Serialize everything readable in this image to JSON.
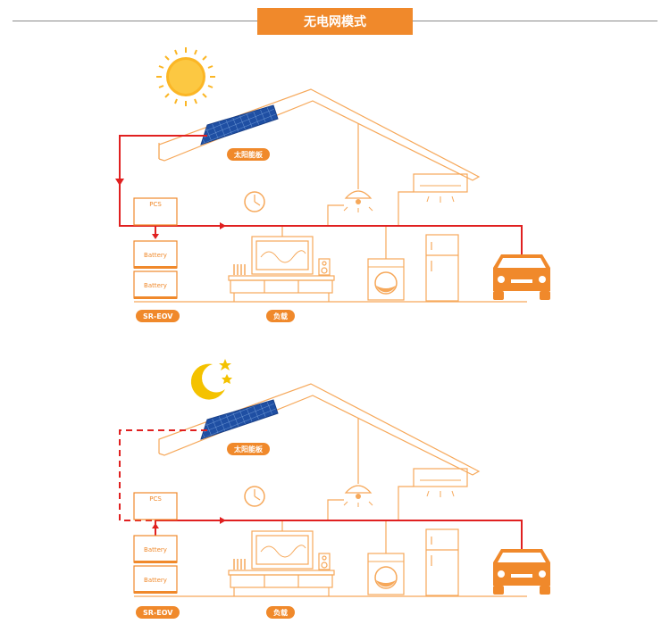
{
  "header": {
    "title": "无电网模式"
  },
  "colors": {
    "orange": "#f0892b",
    "light_orange": "#f6a85a",
    "red": "#e02020",
    "panel_blue": "#1f4fa3",
    "sun": "#fbb625",
    "moon": "#f4c200"
  },
  "day_scene": {
    "icons": [
      "sun-icon",
      "solar-panel-icon",
      "clock-icon",
      "ceiling-lamp-icon",
      "air-conditioner-icon",
      "tv-icon",
      "speaker-icon",
      "washing-machine-icon",
      "fridge-icon",
      "car-icon"
    ],
    "solar_label": "太阳能板",
    "pcs_label": "PCS",
    "battery_labels": [
      "Battery",
      "Battery"
    ],
    "system_label": "SR-EOV",
    "load_label": "负载"
  },
  "night_scene": {
    "icons": [
      "moon-icon",
      "star-icon",
      "solar-panel-icon",
      "clock-icon",
      "ceiling-lamp-icon",
      "air-conditioner-icon",
      "tv-icon",
      "speaker-icon",
      "washing-machine-icon",
      "fridge-icon",
      "car-icon"
    ],
    "solar_label": "太阳能板",
    "pcs_label": "PCS",
    "battery_labels": [
      "Battery",
      "Battery"
    ],
    "system_label": "SR-EOV",
    "load_label": "负载"
  }
}
